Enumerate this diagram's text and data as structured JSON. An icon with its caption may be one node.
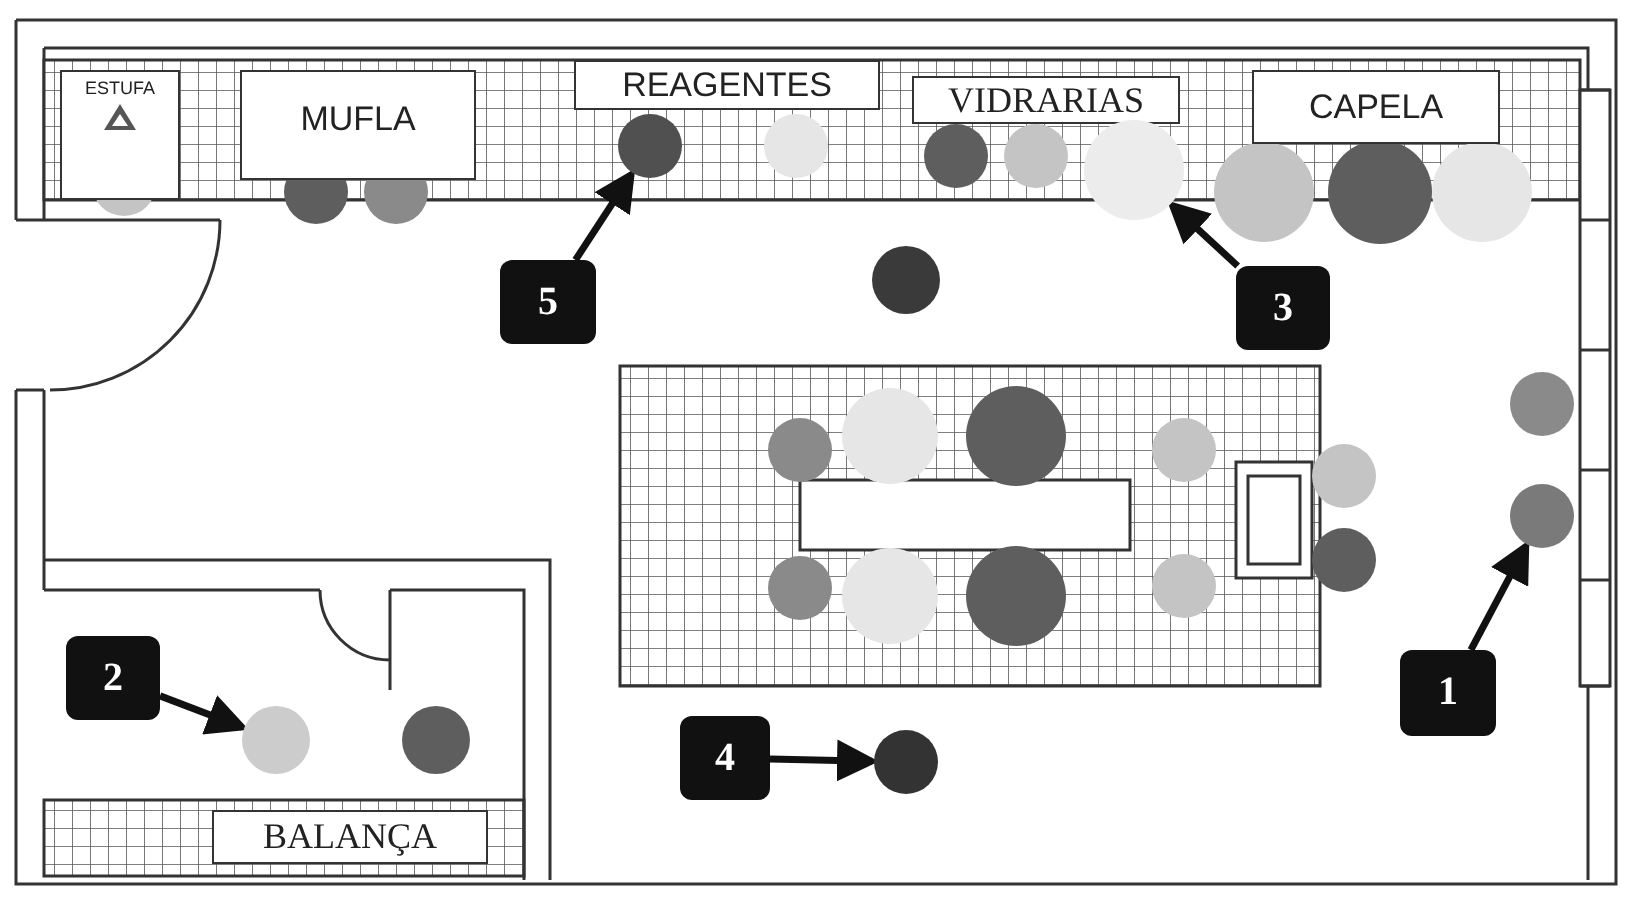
{
  "diagram": {
    "nodes": [
      {
        "text": [
          "ESTUFA"
        ]
      },
      {
        "text": [
          "MUFLA"
        ]
      },
      {
        "text": [
          "REAGENTES"
        ]
      },
      {
        "text": [
          "VIDRARIAS"
        ]
      },
      {
        "text": [
          "CAPELA"
        ]
      },
      {
        "text": [
          "BALANÇA"
        ]
      },
      {
        "text": [
          "1"
        ]
      },
      {
        "text": [],
        "shape": "circle"
      },
      {
        "text": [
          "2"
        ]
      },
      {
        "text": [],
        "shape": "circle"
      },
      {
        "text": [
          "3"
        ]
      },
      {
        "text": [],
        "shape": "circle"
      },
      {
        "text": [
          "4"
        ]
      },
      {
        "text": [],
        "shape": "circle"
      },
      {
        "text": [
          "5"
        ]
      },
      {
        "text": [],
        "shape": "circle"
      }
    ],
    "edges": [
      {
        "from": 6,
        "to": 7,
        "arrow": "to"
      },
      {
        "from": 8,
        "to": 9,
        "arrow": "to"
      },
      {
        "from": 10,
        "to": 11,
        "arrow": "to"
      },
      {
        "from": 12,
        "to": 13,
        "arrow": "to"
      },
      {
        "from": 14,
        "to": 15,
        "arrow": "to"
      }
    ]
  }
}
